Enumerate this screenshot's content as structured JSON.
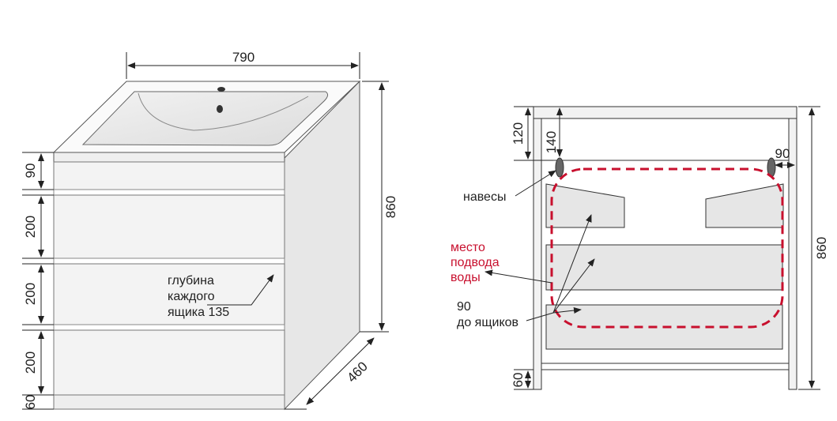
{
  "left_view": {
    "width_dim": "790",
    "height_dim": "860",
    "depth_dim": "460",
    "section_dims": [
      "90",
      "200",
      "200",
      "200",
      "60"
    ],
    "drawer_depth_note": [
      "глубина",
      "каждого",
      "ящика 135"
    ]
  },
  "right_view": {
    "top_dims": [
      "120",
      "140"
    ],
    "hinge_offset_dim": "90",
    "height_dim": "860",
    "bottom_dim": "60",
    "hinges_label": "навесы",
    "water_supply_label": [
      "место",
      "подвода",
      "воды"
    ],
    "to_drawers_label": [
      "90",
      "до ящиков"
    ],
    "colors": {
      "water_zone": "#c8102e",
      "panel": "#e6e6e6",
      "line": "#333333"
    }
  }
}
